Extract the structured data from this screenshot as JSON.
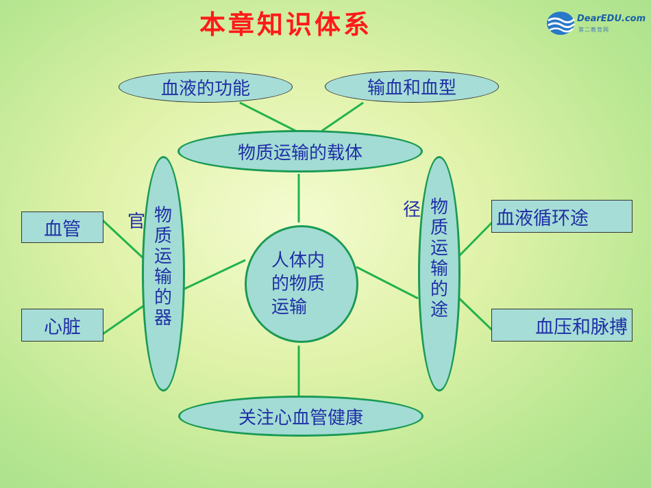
{
  "title": "本章知识体系",
  "logo": {
    "brand": "DearEDU.com",
    "sub": "第二教育网"
  },
  "top": {
    "left": "血液的功能",
    "right": "输血和血型",
    "carrier": "物质运输的载体"
  },
  "center": "人体内的物质运输",
  "bottom": "关注心血管健康",
  "left": {
    "organ_label": "物质运输的器",
    "organ_suffix": "官",
    "items": [
      "血管",
      "心脏"
    ]
  },
  "right": {
    "path_label": "物质运输的途",
    "path_suffix": "径",
    "items": [
      "血液循环途",
      "血压和脉搏"
    ]
  },
  "colors": {
    "title": "#ff1a1a",
    "text": "#1f2fa6",
    "node_fill": "#a3dcd4",
    "connector": "#22b24c"
  }
}
